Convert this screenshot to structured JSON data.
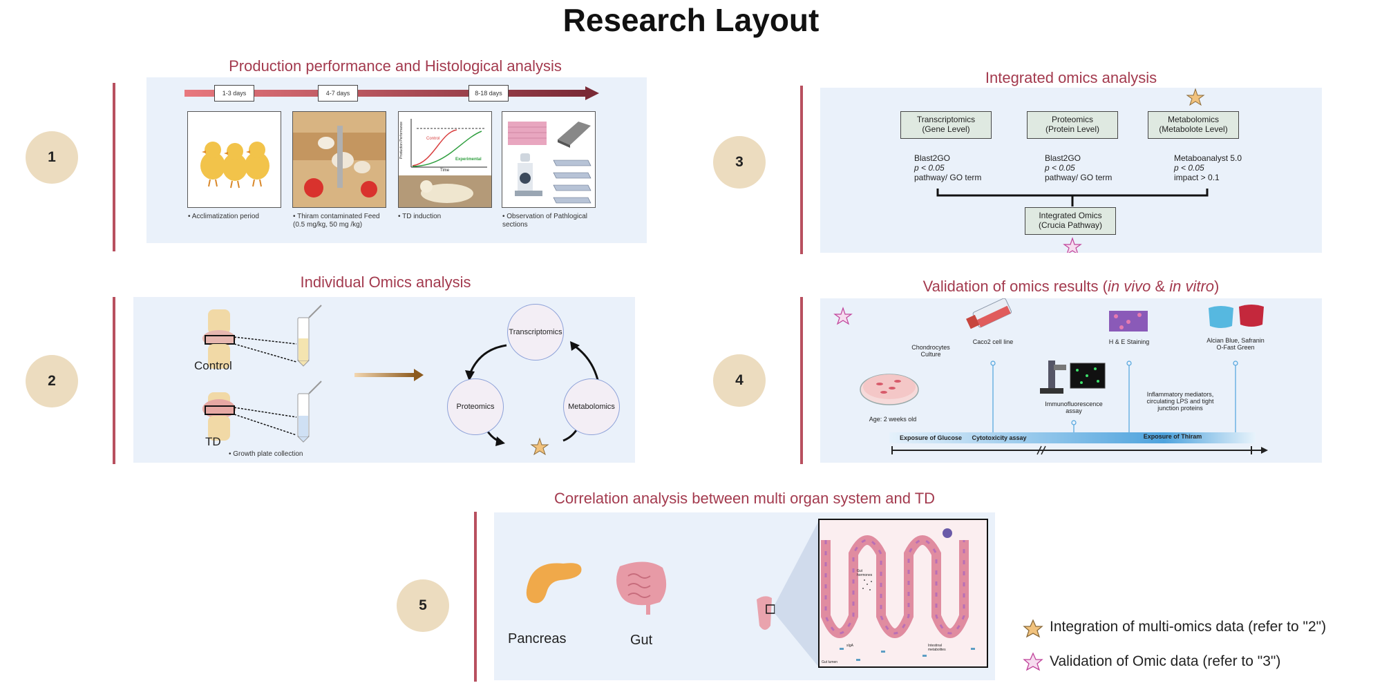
{
  "title": "Research Layout",
  "sections": {
    "s1": {
      "number": "1",
      "title": "Production performance and Histological analysis",
      "timeline": [
        "1-3 days",
        "4-7 days",
        "8-18 days"
      ],
      "chart_labels": {
        "y": "Production Performance",
        "x": "Time",
        "control": "Control",
        "experimental": "Experimental"
      },
      "captions": [
        "• Acclimatization period",
        "• Thiram contaminated Feed (0.5 mg/kg, 50 mg /kg)",
        "• TD induction",
        "• Observation of Pathlogical sections"
      ]
    },
    "s2": {
      "number": "2",
      "title": "Individual Omics analysis",
      "control_label": "Control",
      "td_label": "TD",
      "caption": "• Growth plate collection",
      "cycle": [
        "Transcriptomics",
        "Proteomics",
        "Metabolomics"
      ]
    },
    "s3": {
      "number": "3",
      "title": "Integrated omics analysis",
      "boxes": [
        {
          "name": "Transcriptomics",
          "level": "(Gene Level)",
          "params": [
            "Blast2GO",
            "p < 0.05",
            "pathway/ GO term"
          ]
        },
        {
          "name": "Proteomics",
          "level": "(Protein Level)",
          "params": [
            "Blast2GO",
            "p < 0.05",
            "pathway/ GO term"
          ]
        },
        {
          "name": "Metabolomics",
          "level": "(Metabolote Level)",
          "params": [
            "Metaboanalyst 5.0",
            "p < 0.05",
            "impact > 0.1"
          ]
        }
      ],
      "integrated": {
        "name": "Integrated Omics",
        "level": "(Crucia Pathway)"
      }
    },
    "s4": {
      "number": "4",
      "title_prefix": "Validation of omics results (",
      "title_italic1": "in vivo",
      "title_mid": " & ",
      "title_italic2": "in vitro",
      "title_suffix": ")",
      "labels": {
        "chondro": "Chondrocytes Culture",
        "caco": "Caco2 cell line",
        "he": "H & E Staining",
        "alcian": "Alcian Blue, Safranin O-Fast Green",
        "age": "Age: 2 weeks old",
        "immuno": "Immunofluorescence assay",
        "inflam": "Inflammatory mediators, circulating LPS and tight junction proteins"
      },
      "bar": [
        "Exposure of Glucose",
        "Cytotoxicity assay",
        "Exposure of Thiram"
      ]
    },
    "s5": {
      "number": "5",
      "title": "Correlation analysis between multi organ system and TD",
      "pancreas": "Pancreas",
      "gut": "Gut",
      "micro": {
        "hormones": "Gut hormones",
        "metabolites": "Intestinal metabolites",
        "iga": "sIgA",
        "lumen": "Gut lumen"
      }
    }
  },
  "legend": {
    "integration": "Integration of multi-omics data (refer to \"2\")",
    "validation": "Validation of Omic data (refer to \"3\")"
  },
  "colors": {
    "accent": "#a33a4e",
    "circle": "#ecdcbf",
    "panel": "#eaf1fa",
    "star_gold": "#e7a95b",
    "star_pink": "#d94f9e"
  }
}
